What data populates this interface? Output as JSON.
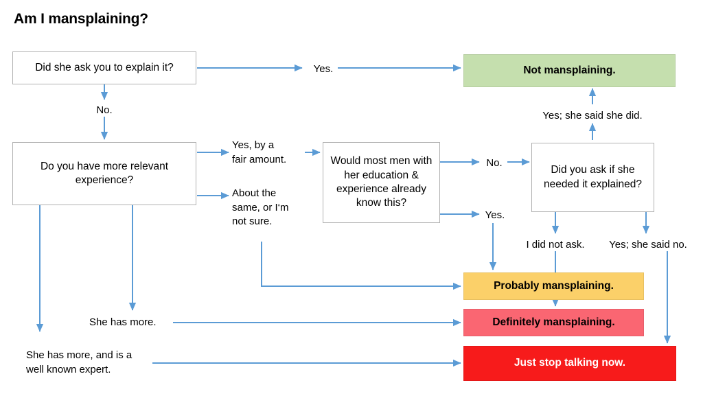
{
  "title": "Am I mansplaining?",
  "colors": {
    "arrow": "#5B9BD5",
    "node_border": "#b0b0b0",
    "green": "#C5DFAE",
    "yellow": "#FBD069",
    "pink": "#FA6672",
    "red": "#F71B1B",
    "text": "#000000",
    "white_text": "#FFFFFF"
  },
  "nodes": {
    "q1": {
      "text": "Did she ask you to explain it?"
    },
    "q2": {
      "text": "Do you have more relevant experience?"
    },
    "q3": {
      "text": "Would most men with her education & experience already know this?"
    },
    "q4": {
      "text": "Did you ask if she needed it explained?"
    },
    "out_green": {
      "text": "Not mansplaining."
    },
    "out_yellow": {
      "text": "Probably mansplaining."
    },
    "out_pink": {
      "text": "Definitely mansplaining."
    },
    "out_red": {
      "text": "Just stop talking now."
    }
  },
  "edge_labels": {
    "yes_top": "Yes.",
    "no_down": "No.",
    "yes_fair_amount": "Yes, by a\nfair amount.",
    "about_the_same": "About the\nsame, or I‘m\nnot sure.",
    "no_right": "No.",
    "yes_right": "Yes.",
    "yes_she_said_she_did": "Yes; she said she did.",
    "i_did_not_ask": "I did not ask.",
    "yes_she_said_no": "Yes; she said no.",
    "she_has_more": "She has more.",
    "she_has_more_expert": "She has more, and is a\nwell known expert."
  }
}
